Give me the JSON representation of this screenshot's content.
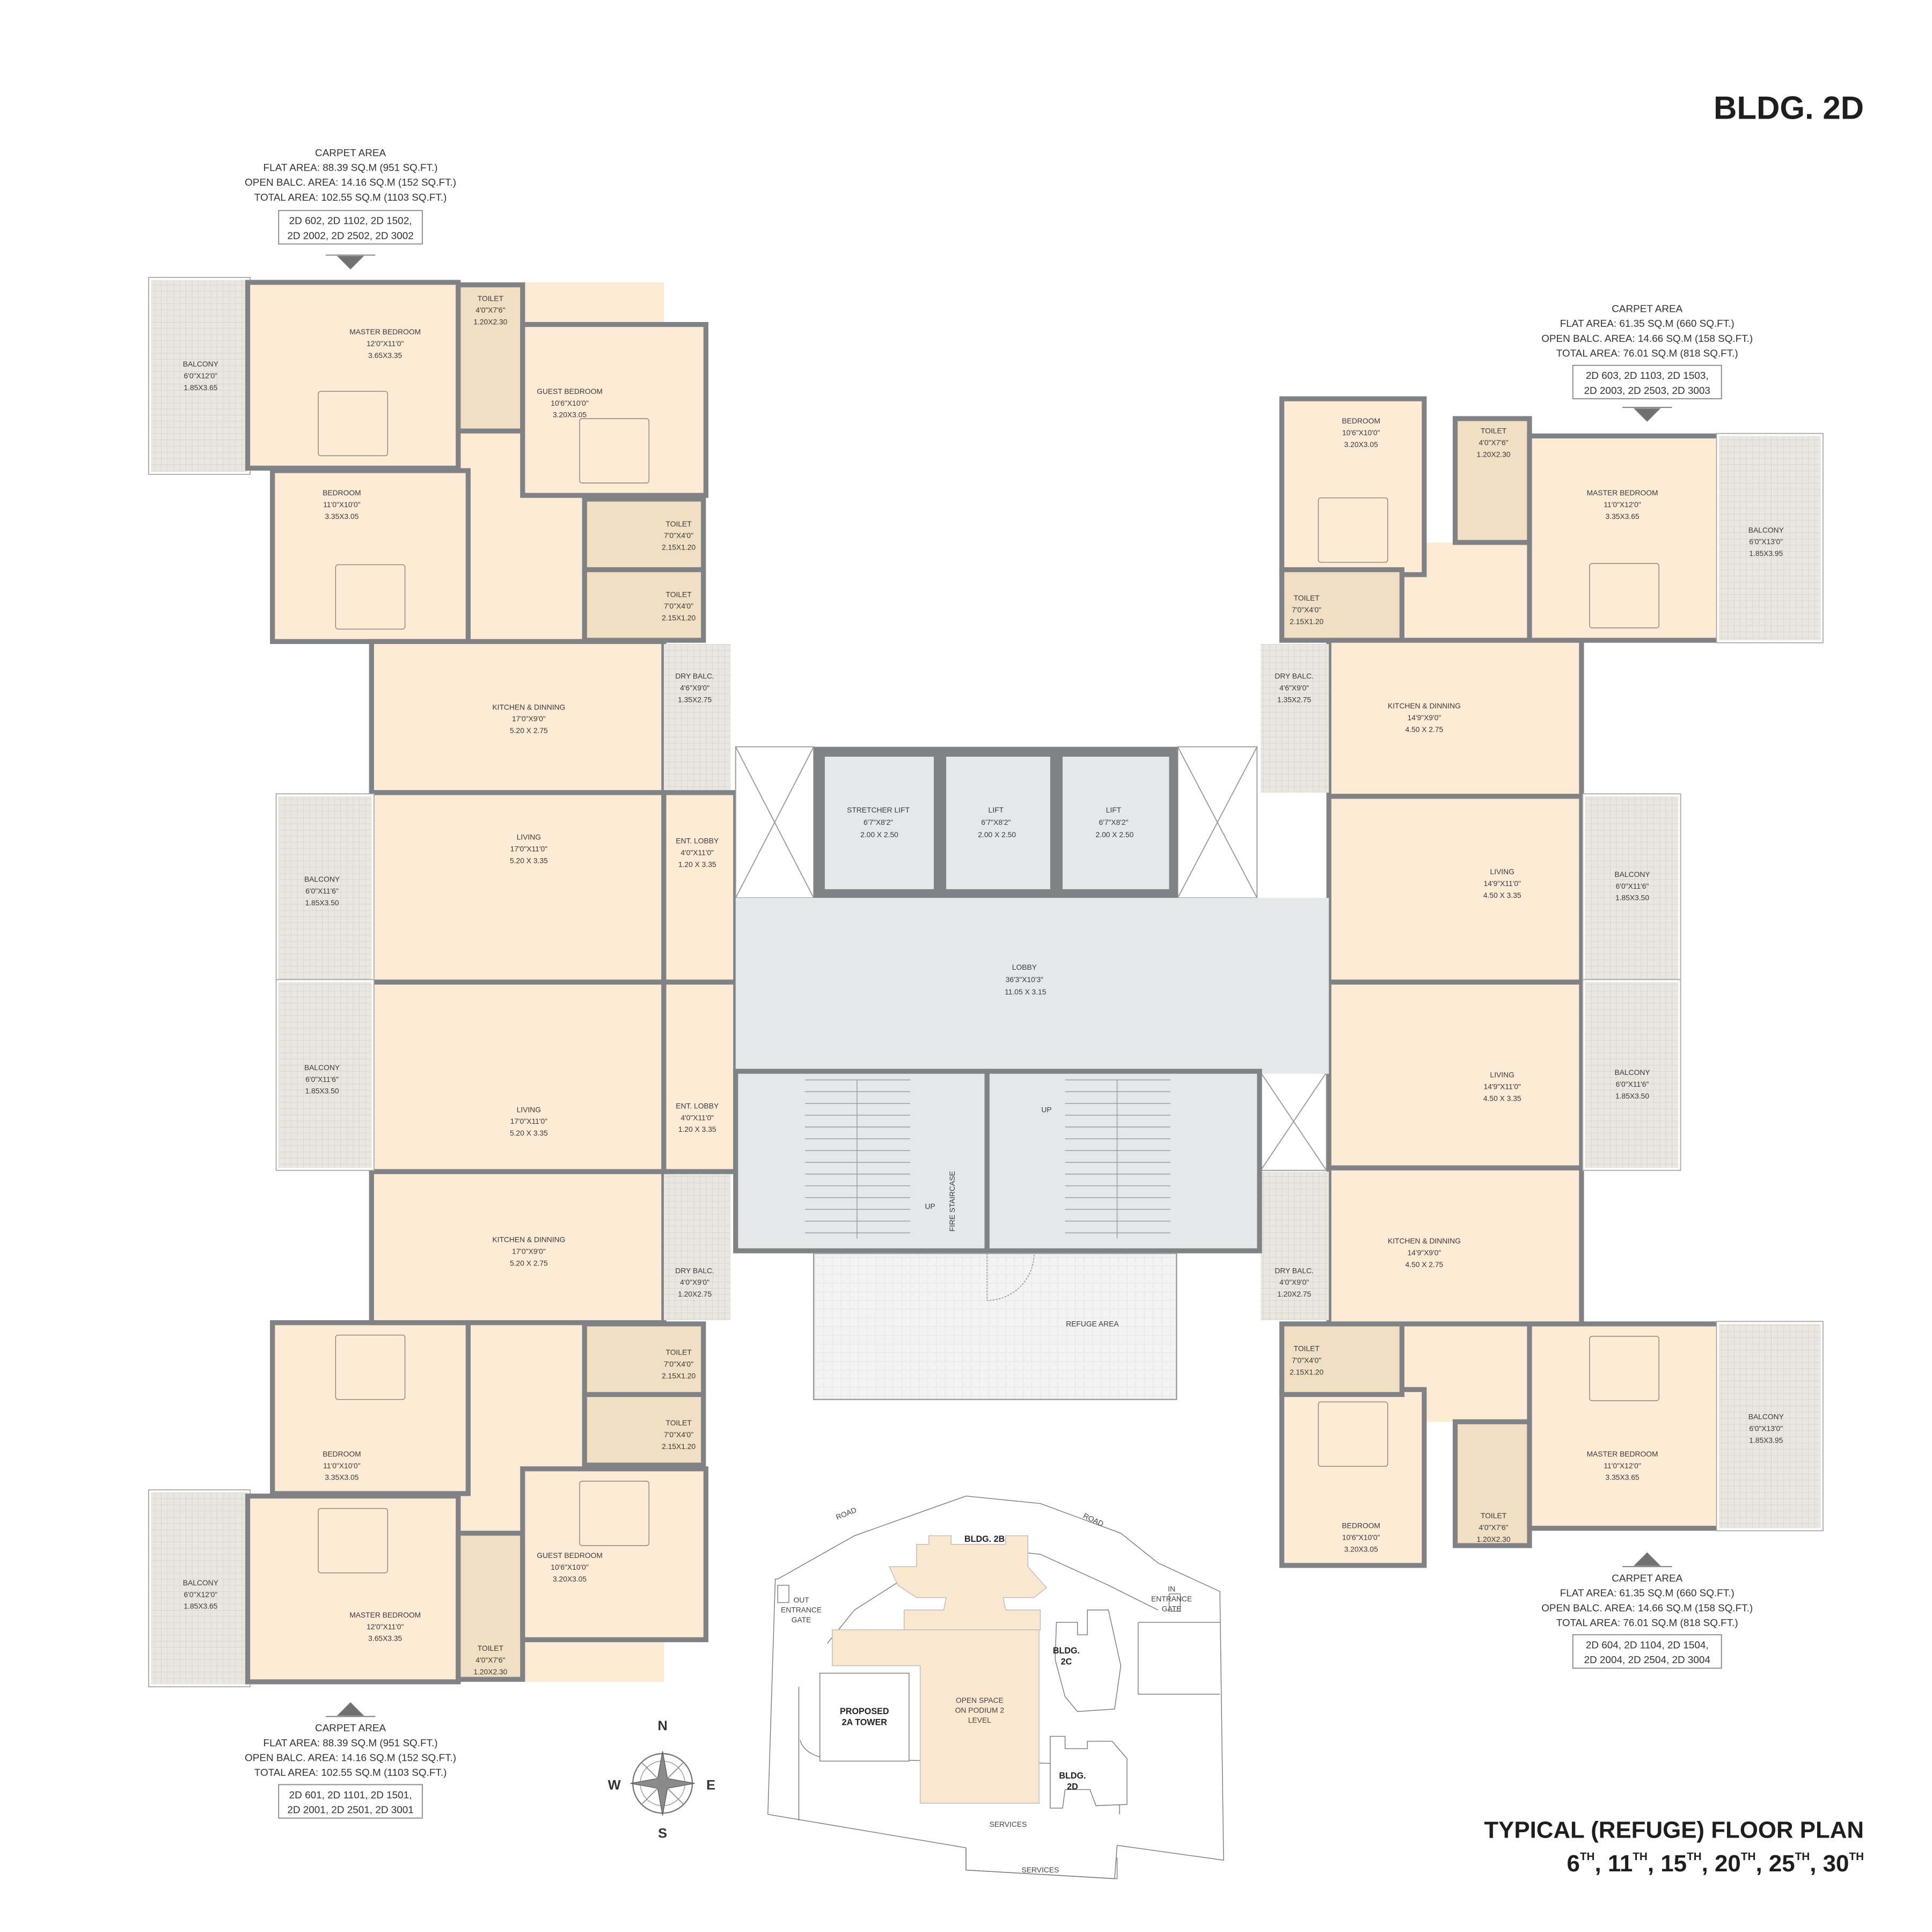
{
  "header": {
    "building": "BLDG. 2D"
  },
  "footer": {
    "title": "TYPICAL (REFUGE) FLOOR PLAN",
    "floors": [
      "6",
      "11",
      "15",
      "20",
      "25",
      "30"
    ],
    "suffix": "TH"
  },
  "units": [
    {
      "carpet_title": "CARPET AREA",
      "flat_area": "FLAT AREA: 88.39 SQ.M (951 SQ.FT.)",
      "open_balc_area": "OPEN BALC. AREA: 14.16 SQ.M (152 SQ.FT.)",
      "total_area": "TOTAL AREA: 102.55 SQ.M (1103 SQ.FT.)",
      "flat_numbers": [
        "2D 602, 2D 1102, 2D 1502,",
        "2D 2002, 2D 2502, 2D 3002"
      ],
      "rooms": [
        {
          "name": "BALCONY",
          "imperial": "6'0\"X12'0\"",
          "metric": "1.85X3.65"
        },
        {
          "name": "MASTER BEDROOM",
          "imperial": "12'0\"X11'0\"",
          "metric": "3.65X3.35"
        },
        {
          "name": "TOILET",
          "imperial": "4'0\"X7'6\"",
          "metric": "1.20X2.30"
        },
        {
          "name": "GUEST BEDROOM",
          "imperial": "10'6\"X10'0\"",
          "metric": "3.20X3.05"
        },
        {
          "name": "BEDROOM",
          "imperial": "11'0\"X10'0\"",
          "metric": "3.35X3.05"
        },
        {
          "name": "TOILET",
          "imperial": "7'0\"X4'0\"",
          "metric": "2.15X1.20"
        },
        {
          "name": "TOILET",
          "imperial": "7'0\"X4'0\"",
          "metric": "2.15X1.20"
        },
        {
          "name": "KITCHEN & DINNING",
          "imperial": "17'0\"X9'0\"",
          "metric": "5.20 X 2.75"
        },
        {
          "name": "DRY BALC.",
          "imperial": "4'6\"X9'0\"",
          "metric": "1.35X2.75"
        },
        {
          "name": "LIVING",
          "imperial": "17'0\"X11'0\"",
          "metric": "5.20 X 3.35"
        },
        {
          "name": "ENT. LOBBY",
          "imperial": "4'0\"X11'0\"",
          "metric": "1.20 X 3.35"
        },
        {
          "name": "BALCONY",
          "imperial": "6'0\"X11'6\"",
          "metric": "1.85X3.50"
        }
      ]
    },
    {
      "carpet_title": "CARPET AREA",
      "flat_area": "FLAT AREA: 88.39 SQ.M (951 SQ.FT.)",
      "open_balc_area": "OPEN BALC. AREA: 14.16 SQ.M (152 SQ.FT.)",
      "total_area": "TOTAL AREA: 102.55 SQ.M (1103 SQ.FT.)",
      "flat_numbers": [
        "2D 601, 2D 1101, 2D 1501,",
        "2D 2001, 2D 2501, 2D 3001"
      ],
      "rooms": [
        {
          "name": "BALCONY",
          "imperial": "6'0\"X12'0\"",
          "metric": "1.85X3.65"
        },
        {
          "name": "MASTER BEDROOM",
          "imperial": "12'0\"X11'0\"",
          "metric": "3.65X3.35"
        },
        {
          "name": "TOILET",
          "imperial": "4'0\"X7'6\"",
          "metric": "1.20X2.30"
        },
        {
          "name": "GUEST BEDROOM",
          "imperial": "10'6\"X10'0\"",
          "metric": "3.20X3.05"
        },
        {
          "name": "BEDROOM",
          "imperial": "11'0\"X10'0\"",
          "metric": "3.35X3.05"
        },
        {
          "name": "TOILET",
          "imperial": "7'0\"X4'0\"",
          "metric": "2.15X1.20"
        },
        {
          "name": "TOILET",
          "imperial": "7'0\"X4'0\"",
          "metric": "2.15X1.20"
        },
        {
          "name": "KITCHEN & DINNING",
          "imperial": "17'0\"X9'0\"",
          "metric": "5.20 X 2.75"
        },
        {
          "name": "DRY BALC.",
          "imperial": "4'0\"X9'0\"",
          "metric": "1.20X2.75"
        },
        {
          "name": "LIVING",
          "imperial": "17'0\"X11'0\"",
          "metric": "5.20 X 3.35"
        },
        {
          "name": "ENT. LOBBY",
          "imperial": "4'0\"X11'0\"",
          "metric": "1.20 X 3.35"
        },
        {
          "name": "BALCONY",
          "imperial": "6'0\"X11'6\"",
          "metric": "1.85X3.50"
        }
      ]
    },
    {
      "carpet_title": "CARPET AREA",
      "flat_area": "FLAT AREA: 61.35 SQ.M (660 SQ.FT.)",
      "open_balc_area": "OPEN BALC. AREA: 14.66 SQ.M (158 SQ.FT.)",
      "total_area": "TOTAL AREA: 76.01 SQ.M (818 SQ.FT.)",
      "flat_numbers": [
        "2D 603, 2D 1103, 2D 1503,",
        "2D 2003, 2D 2503, 2D 3003"
      ],
      "rooms": [
        {
          "name": "BEDROOM",
          "imperial": "10'6\"X10'0\"",
          "metric": "3.20X3.05"
        },
        {
          "name": "TOILET",
          "imperial": "4'0\"X7'6\"",
          "metric": "1.20X2.30"
        },
        {
          "name": "MASTER BEDROOM",
          "imperial": "11'0\"X12'0\"",
          "metric": "3.35X3.65"
        },
        {
          "name": "BALCONY",
          "imperial": "6'0\"X13'0\"",
          "metric": "1.85X3.95"
        },
        {
          "name": "TOILET",
          "imperial": "7'0\"X4'0\"",
          "metric": "2.15X1.20"
        },
        {
          "name": "KITCHEN & DINNING",
          "imperial": "14'9\"X9'0\"",
          "metric": "4.50 X 2.75"
        },
        {
          "name": "DRY BALC.",
          "imperial": "4'6\"X9'0\"",
          "metric": "1.35X2.75"
        },
        {
          "name": "LIVING",
          "imperial": "14'9\"X11'0\"",
          "metric": "4.50 X 3.35"
        },
        {
          "name": "BALCONY",
          "imperial": "6'0\"X11'6\"",
          "metric": "1.85X3.50"
        }
      ]
    },
    {
      "carpet_title": "CARPET AREA",
      "flat_area": "FLAT AREA: 61.35 SQ.M (660 SQ.FT.)",
      "open_balc_area": "OPEN BALC. AREA: 14.66 SQ.M (158 SQ.FT.)",
      "total_area": "TOTAL AREA: 76.01 SQ.M (818 SQ.FT.)",
      "flat_numbers": [
        "2D 604, 2D 1104, 2D 1504,",
        "2D 2004, 2D 2504, 2D 3004"
      ],
      "rooms": [
        {
          "name": "BEDROOM",
          "imperial": "10'6\"X10'0\"",
          "metric": "3.20X3.05"
        },
        {
          "name": "TOILET",
          "imperial": "4'0\"X7'6\"",
          "metric": "1.20X2.30"
        },
        {
          "name": "MASTER BEDROOM",
          "imperial": "11'0\"X12'0\"",
          "metric": "3.35X3.65"
        },
        {
          "name": "BALCONY",
          "imperial": "6'0\"X13'0\"",
          "metric": "1.85X3.95"
        },
        {
          "name": "TOILET",
          "imperial": "7'0\"X4'0\"",
          "metric": "2.15X1.20"
        },
        {
          "name": "KITCHEN & DINNING",
          "imperial": "14'9\"X9'0\"",
          "metric": "4.50 X 2.75"
        },
        {
          "name": "DRY BALC.",
          "imperial": "4'0\"X9'0\"",
          "metric": "1.20X2.75"
        },
        {
          "name": "LIVING",
          "imperial": "14'9\"X11'0\"",
          "metric": "4.50 X 3.35"
        },
        {
          "name": "BALCONY",
          "imperial": "6'0\"X11'6\"",
          "metric": "1.85X3.50"
        }
      ]
    }
  ],
  "core": {
    "stretcher_lift": {
      "name": "STRETCHER LIFT",
      "imperial": "6'7\"X8'2\"",
      "metric": "2.00 X 2.50"
    },
    "lift_1": {
      "name": "LIFT",
      "imperial": "6'7\"X8'2\"",
      "metric": "2.00 X 2.50"
    },
    "lift_2": {
      "name": "LIFT",
      "imperial": "6'7\"X8'2\"",
      "metric": "2.00 X 2.50"
    },
    "lobby": {
      "name": "LOBBY",
      "imperial": "36'3\"X10'3\"",
      "metric": "11.05 X 3.15"
    },
    "fire_staircase": "FIRE STAIRCASE",
    "up_1": "UP",
    "up_2": "UP",
    "refuge_area": "REFUGE AREA"
  },
  "compass": {
    "n": "N",
    "s": "S",
    "e": "E",
    "w": "W"
  },
  "site_plan": {
    "road_1": "ROAD",
    "road_2": "ROAD",
    "bldg_2b": "BLDG. 2B",
    "bldg_2c": [
      "BLDG.",
      "2C"
    ],
    "bldg_2d": [
      "BLDG.",
      "2D"
    ],
    "out_gate": [
      "OUT",
      "ENTRANCE",
      "GATE"
    ],
    "in_gate": [
      "IN",
      "ENTRANCE",
      "GATE"
    ],
    "tower_2a": [
      "PROPOSED",
      "2A TOWER"
    ],
    "open_space": [
      "OPEN SPACE",
      "ON PODIUM 2",
      "LEVEL"
    ],
    "services_1": "SERVICES",
    "services_2": "SERVICES"
  },
  "colors": {
    "wall": "#808285",
    "room": "#fdebd6",
    "toilet": "#f1dfc3",
    "core": "#e6e7e8",
    "balcony": "#e9e7e0"
  }
}
